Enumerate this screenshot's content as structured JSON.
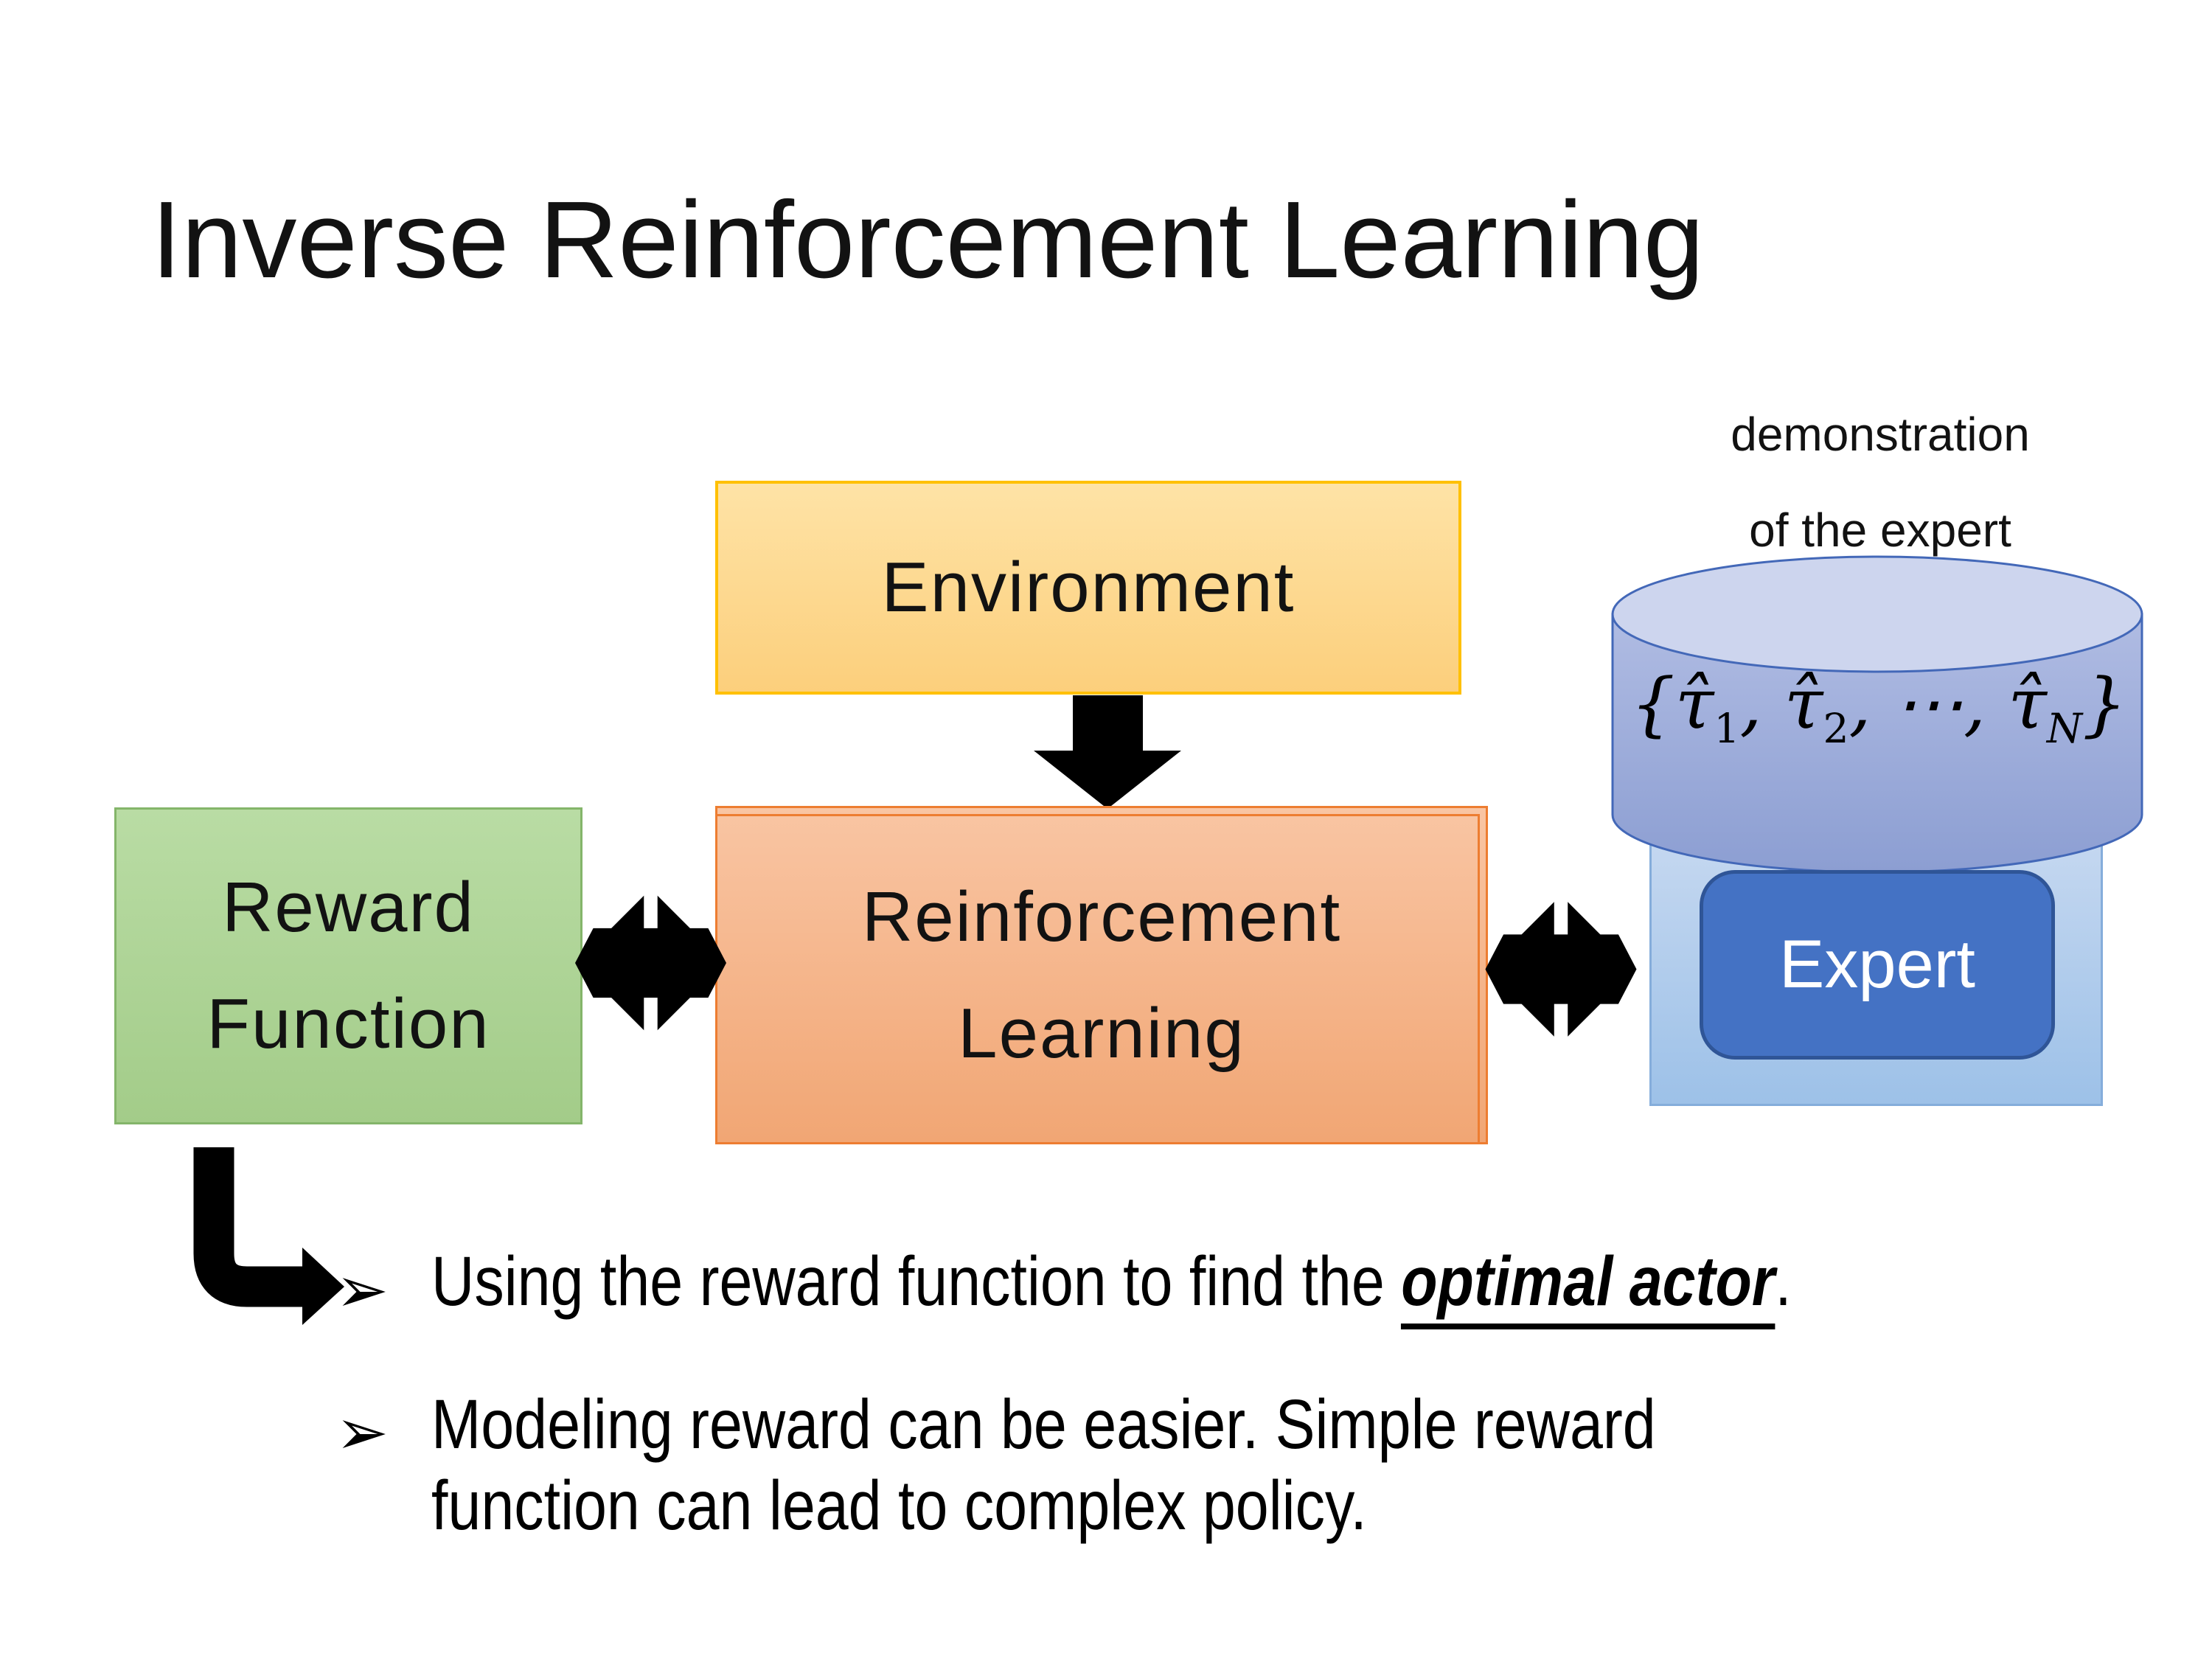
{
  "slide": {
    "title": "Inverse Reinforcement Learning"
  },
  "diagram": {
    "environment": {
      "label": "Environment"
    },
    "reward_function": {
      "line1": "Reward",
      "line2": "Function"
    },
    "reinforcement_learning": {
      "line1": "Reinforcement",
      "line2": "Learning"
    },
    "expert": {
      "label": "Expert"
    },
    "demonstration": {
      "line1": "demonstration",
      "line2": "of the expert"
    },
    "trajectory_set": {
      "open": "{",
      "tau1": "τ̂",
      "sub1": "1",
      "sep1": ", ",
      "tau2": "τ̂",
      "sub2": "2",
      "sep2": ", ",
      "dots": "⋯",
      "sep3": ", ",
      "tau3": "τ̂",
      "sub3": "N",
      "close": "}"
    },
    "icons": {
      "down_arrow": "thick black arrow from Environment to Reinforcement Learning",
      "double_arrow_left": "black double-headed exchange arrow between Reward Function and Reinforcement Learning",
      "double_arrow_right": "black double-headed exchange arrow between Reinforcement Learning and Expert",
      "elbow_arrow": "black bent arrow from Reward Function down to bullet list"
    }
  },
  "bullets": {
    "marker": "➢",
    "item1": {
      "prefix": "Using the reward function to find the ",
      "emphasis": "optimal actor",
      "suffix": "."
    },
    "item2": {
      "line1": "Modeling reward can be easier. Simple reward",
      "line2": "function can lead to complex policy."
    }
  },
  "colors": {
    "env_fill_top": "#fee3a6",
    "env_fill_bottom": "#fccf7c",
    "env_border": "#ffc000",
    "rl_fill_top": "#f9c5a3",
    "rl_fill_bottom": "#f1a674",
    "rl_border": "#ed7d31",
    "reward_fill_top": "#b9dca4",
    "reward_fill_bottom": "#a3cc89",
    "reward_border": "#84b56a",
    "panel_fill_top": "#c9daf1",
    "panel_fill_bottom": "#9dc1e8",
    "panel_border": "#85addb",
    "expert_fill": "#4472c4",
    "expert_border": "#2f5597",
    "cyl_top": "#cdd5ee",
    "cyl_body_light": "#b0bce3",
    "cyl_body_dark": "#8c9ed2",
    "cyl_border": "#4368b8",
    "arrow_black": "#000000"
  }
}
